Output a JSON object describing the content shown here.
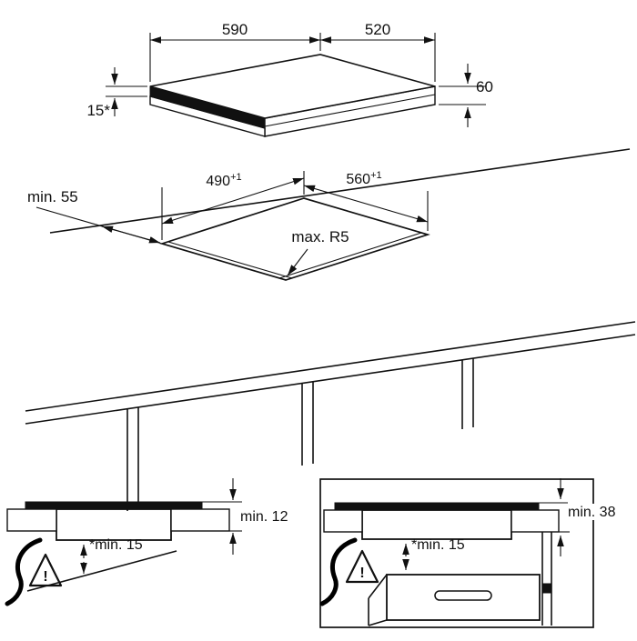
{
  "hob": {
    "width": "590",
    "depth": "520",
    "height": "60",
    "profile_height": "15*"
  },
  "cutout": {
    "width": "490",
    "width_tolerance": "+1",
    "depth": "560",
    "depth_tolerance": "+1",
    "side_clearance": "min. 55",
    "corner_radius": "max. R5"
  },
  "drawer_install": {
    "worktop_min": "min. 12",
    "clearance_min": "*min. 15",
    "warning_mark": "!"
  },
  "oven_install": {
    "worktop_min": "min. 38",
    "clearance_min": "*min. 15",
    "warning_mark": "!"
  }
}
